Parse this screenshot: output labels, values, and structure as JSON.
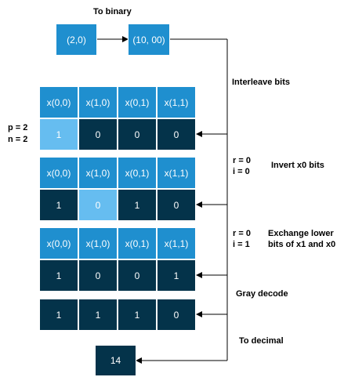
{
  "top_label": "To binary",
  "input_value": "(2,0)",
  "binary_value": "(10, 00)",
  "step_interleave": "Interleave bits",
  "params": {
    "p": "p = 2",
    "n": "n = 2"
  },
  "headers": [
    "x(0,0)",
    "x(1,0)",
    "x(0,1)",
    "x(1,1)"
  ],
  "row1": [
    "1",
    "0",
    "0",
    "0"
  ],
  "step2": {
    "r": "r = 0",
    "i": "i = 0",
    "action": "Invert x0 bits"
  },
  "row2": [
    "1",
    "0",
    "1",
    "0"
  ],
  "step3": {
    "r": "r = 0",
    "i": "i = 1",
    "action_line1": "Exchange lower",
    "action_line2": "bits of x1 and x0"
  },
  "row3": [
    "1",
    "0",
    "0",
    "1"
  ],
  "step_gray": "Gray decode",
  "row4": [
    "1",
    "1",
    "1",
    "0"
  ],
  "step_decimal": "To decimal",
  "result": "14",
  "colors": {
    "header": "#1f8fcf",
    "cell_dark": "#04334a",
    "cell_highlight": "#66bdf0"
  }
}
